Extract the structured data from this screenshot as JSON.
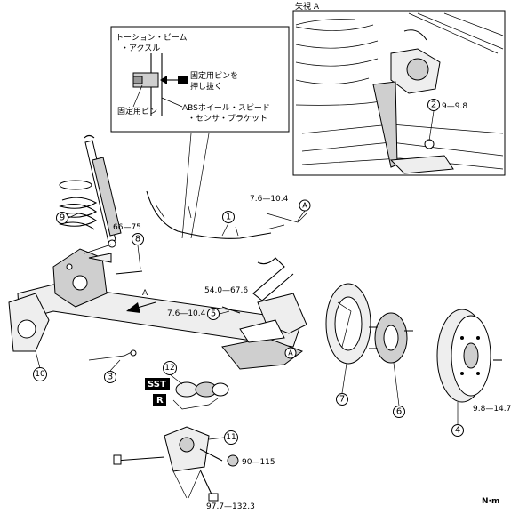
{
  "view_a": {
    "title": "矢視 A",
    "callout_2_torque": "9—9.8"
  },
  "detail": {
    "line1": "トーション・ビーム",
    "line2": "・アクスル",
    "action_line1": "固定用ピンを",
    "action_line2": "押し抜く",
    "pin_label": "固定用ピン",
    "bracket_line1": "ABSホイール・スピード",
    "bracket_line2": "・センサ・ブラケット"
  },
  "torques": {
    "t_7_6_a": "7.6—10.4",
    "t_66": "66—75",
    "t_54": "54.0—67.6",
    "t_7_6_b": "7.6—10.4",
    "t_90": "90—115",
    "t_97": "97.7—132.3",
    "t_9_8": "9.8—14.7"
  },
  "markers": {
    "a": "A",
    "sst": "SST",
    "r": "R"
  },
  "callouts": [
    "1",
    "2",
    "3",
    "4",
    "5",
    "6",
    "7",
    "8",
    "9",
    "10",
    "11",
    "12"
  ],
  "unit": "N·m"
}
